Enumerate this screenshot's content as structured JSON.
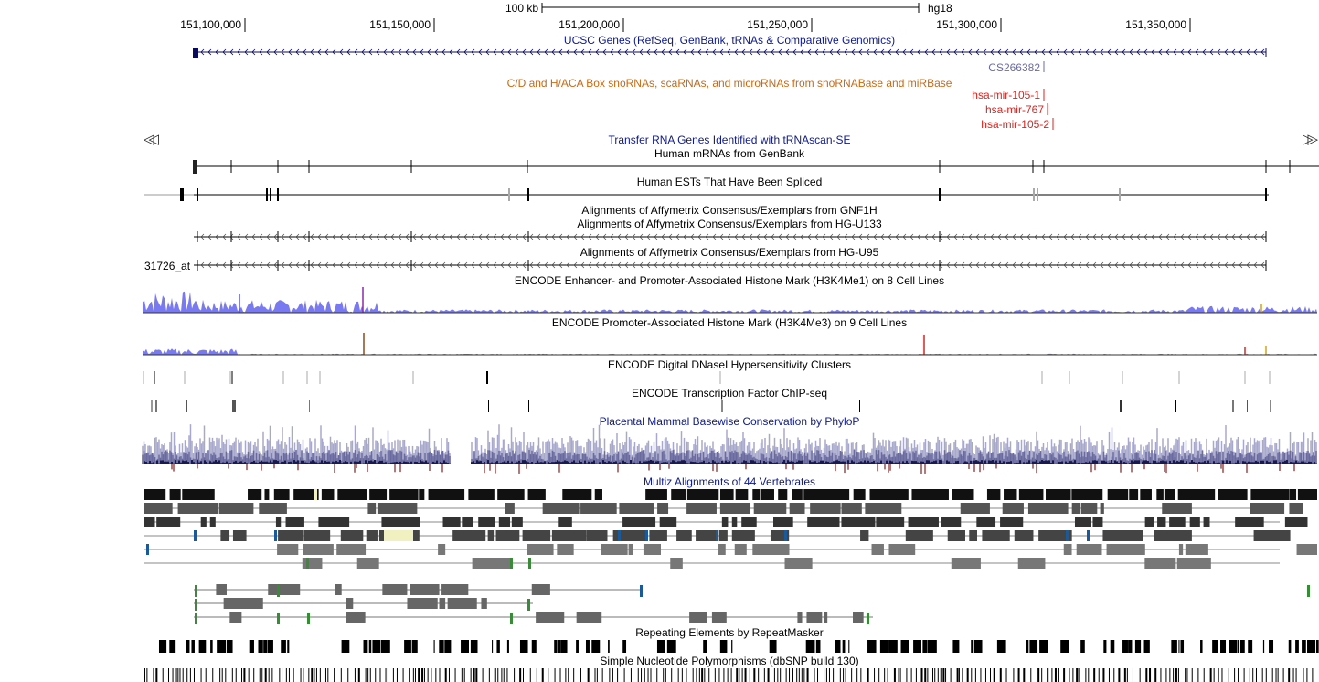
{
  "ruler": {
    "scale_label": "100 kb",
    "assembly": "hg18",
    "ticks": [
      "151,100,000",
      "151,150,000",
      "151,200,000",
      "151,250,000",
      "151,300,000",
      "151,350,000"
    ]
  },
  "nav": {
    "left_icon": "double-left-arrow",
    "right_icon": "double-right-arrow",
    "left_glyph": "◁◁",
    "right_glyph": "▷▷"
  },
  "tracks": {
    "ucsc_genes": "UCSC Genes (RefSeq, GenBank, tRNAs & Comparative Genomics)",
    "ucsc_gene_item": "CS266382",
    "snorna": "C/D and H/ACA Box snoRNAs, scaRNAs, and microRNAs from snoRNABase and miRBase",
    "mirnas": [
      "hsa-mir-105-1",
      "hsa-mir-767",
      "hsa-mir-105-2"
    ],
    "trna": "Transfer RNA Genes Identified with tRNAscan-SE",
    "mrna": "Human mRNAs from GenBank",
    "est": "Human ESTs That Have Been Spliced",
    "gnf1h": "Alignments of Affymetrix Consensus/Exemplars from GNF1H",
    "hgu133": "Alignments of Affymetrix Consensus/Exemplars from HG-U133",
    "hgu95": "Alignments of Affymetrix Consensus/Exemplars from HG-U95",
    "hgu95_item": "31726_at",
    "h3k4me1": "ENCODE Enhancer- and Promoter-Associated Histone Mark (H3K4Me1) on 8 Cell Lines",
    "h3k4me3": "ENCODE Promoter-Associated Histone Mark (H3K4Me3) on 9 Cell Lines",
    "dnase": "ENCODE Digital DNaseI Hypersensitivity Clusters",
    "tfbs": "ENCODE Transcription Factor ChIP-seq",
    "phylop": "Placental Mammal Basewise Conservation by PhyloP",
    "multiz": "Multiz Alignments of 44 Vertebrates",
    "rmsk": "Repeating Elements by RepeatMasker",
    "snp": "Simple Nucleotide Polymorphisms (dbSNP build 130)"
  },
  "colors": {
    "label_navy": "#0e1a8c",
    "label_orange": "#c86a14",
    "mirna_red": "#e0201c",
    "gene_navy": "#0a0a5a",
    "gene_item": "#6a6aa8",
    "h3k4me1_fill": "#7a7af0",
    "phylop_light": "#a8a8cc",
    "phylop_mid": "#6a6a9e",
    "phylop_dark": "#1a1a4a",
    "phylop_neg": "#9a4a4a",
    "multiz_dark": "#111111",
    "multiz_gray": "#777777",
    "multiz_blue": "#1a5a9a",
    "multiz_green": "#3a8a3a",
    "multiz_yellow": "#f0f0c0"
  }
}
